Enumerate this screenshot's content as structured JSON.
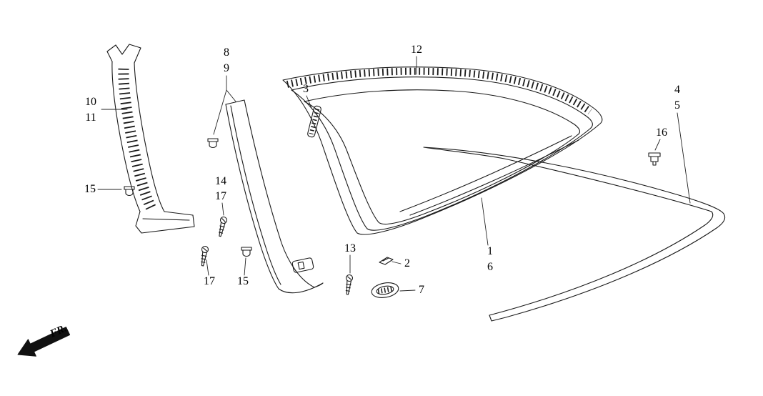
{
  "diagram": {
    "type": "parts-diagram",
    "subject": "quarter-window-glass-and-moldings",
    "direction_label": "FR.",
    "colors": {
      "ink": "#1a1a1a",
      "background": "#ffffff"
    },
    "callouts": [
      {
        "part": "8"
      },
      {
        "part": "9"
      },
      {
        "part": "12"
      },
      {
        "part": "3"
      },
      {
        "part": "10"
      },
      {
        "part": "11"
      },
      {
        "part": "4"
      },
      {
        "part": "5"
      },
      {
        "part": "16"
      },
      {
        "part": "15"
      },
      {
        "part": "14"
      },
      {
        "part": "17"
      },
      {
        "part": "13"
      },
      {
        "part": "2"
      },
      {
        "part": "1"
      },
      {
        "part": "6"
      },
      {
        "part": "17"
      },
      {
        "part": "15"
      },
      {
        "part": "7"
      }
    ]
  }
}
